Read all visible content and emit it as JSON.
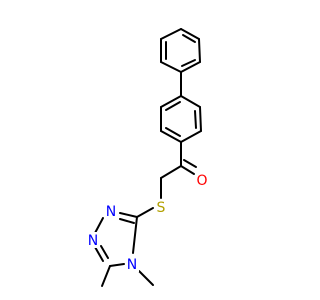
{
  "molecule": {
    "atoms": {
      "oxygen": {
        "symbol": "O",
        "color": "#ff0000"
      },
      "sulfur": {
        "symbol": "S",
        "color": "#b2a000"
      },
      "n1": {
        "symbol": "N",
        "color": "#0000ff"
      },
      "n2": {
        "symbol": "N",
        "color": "#0000ff"
      },
      "n3": {
        "symbol": "N",
        "color": "#0000ff"
      }
    }
  }
}
